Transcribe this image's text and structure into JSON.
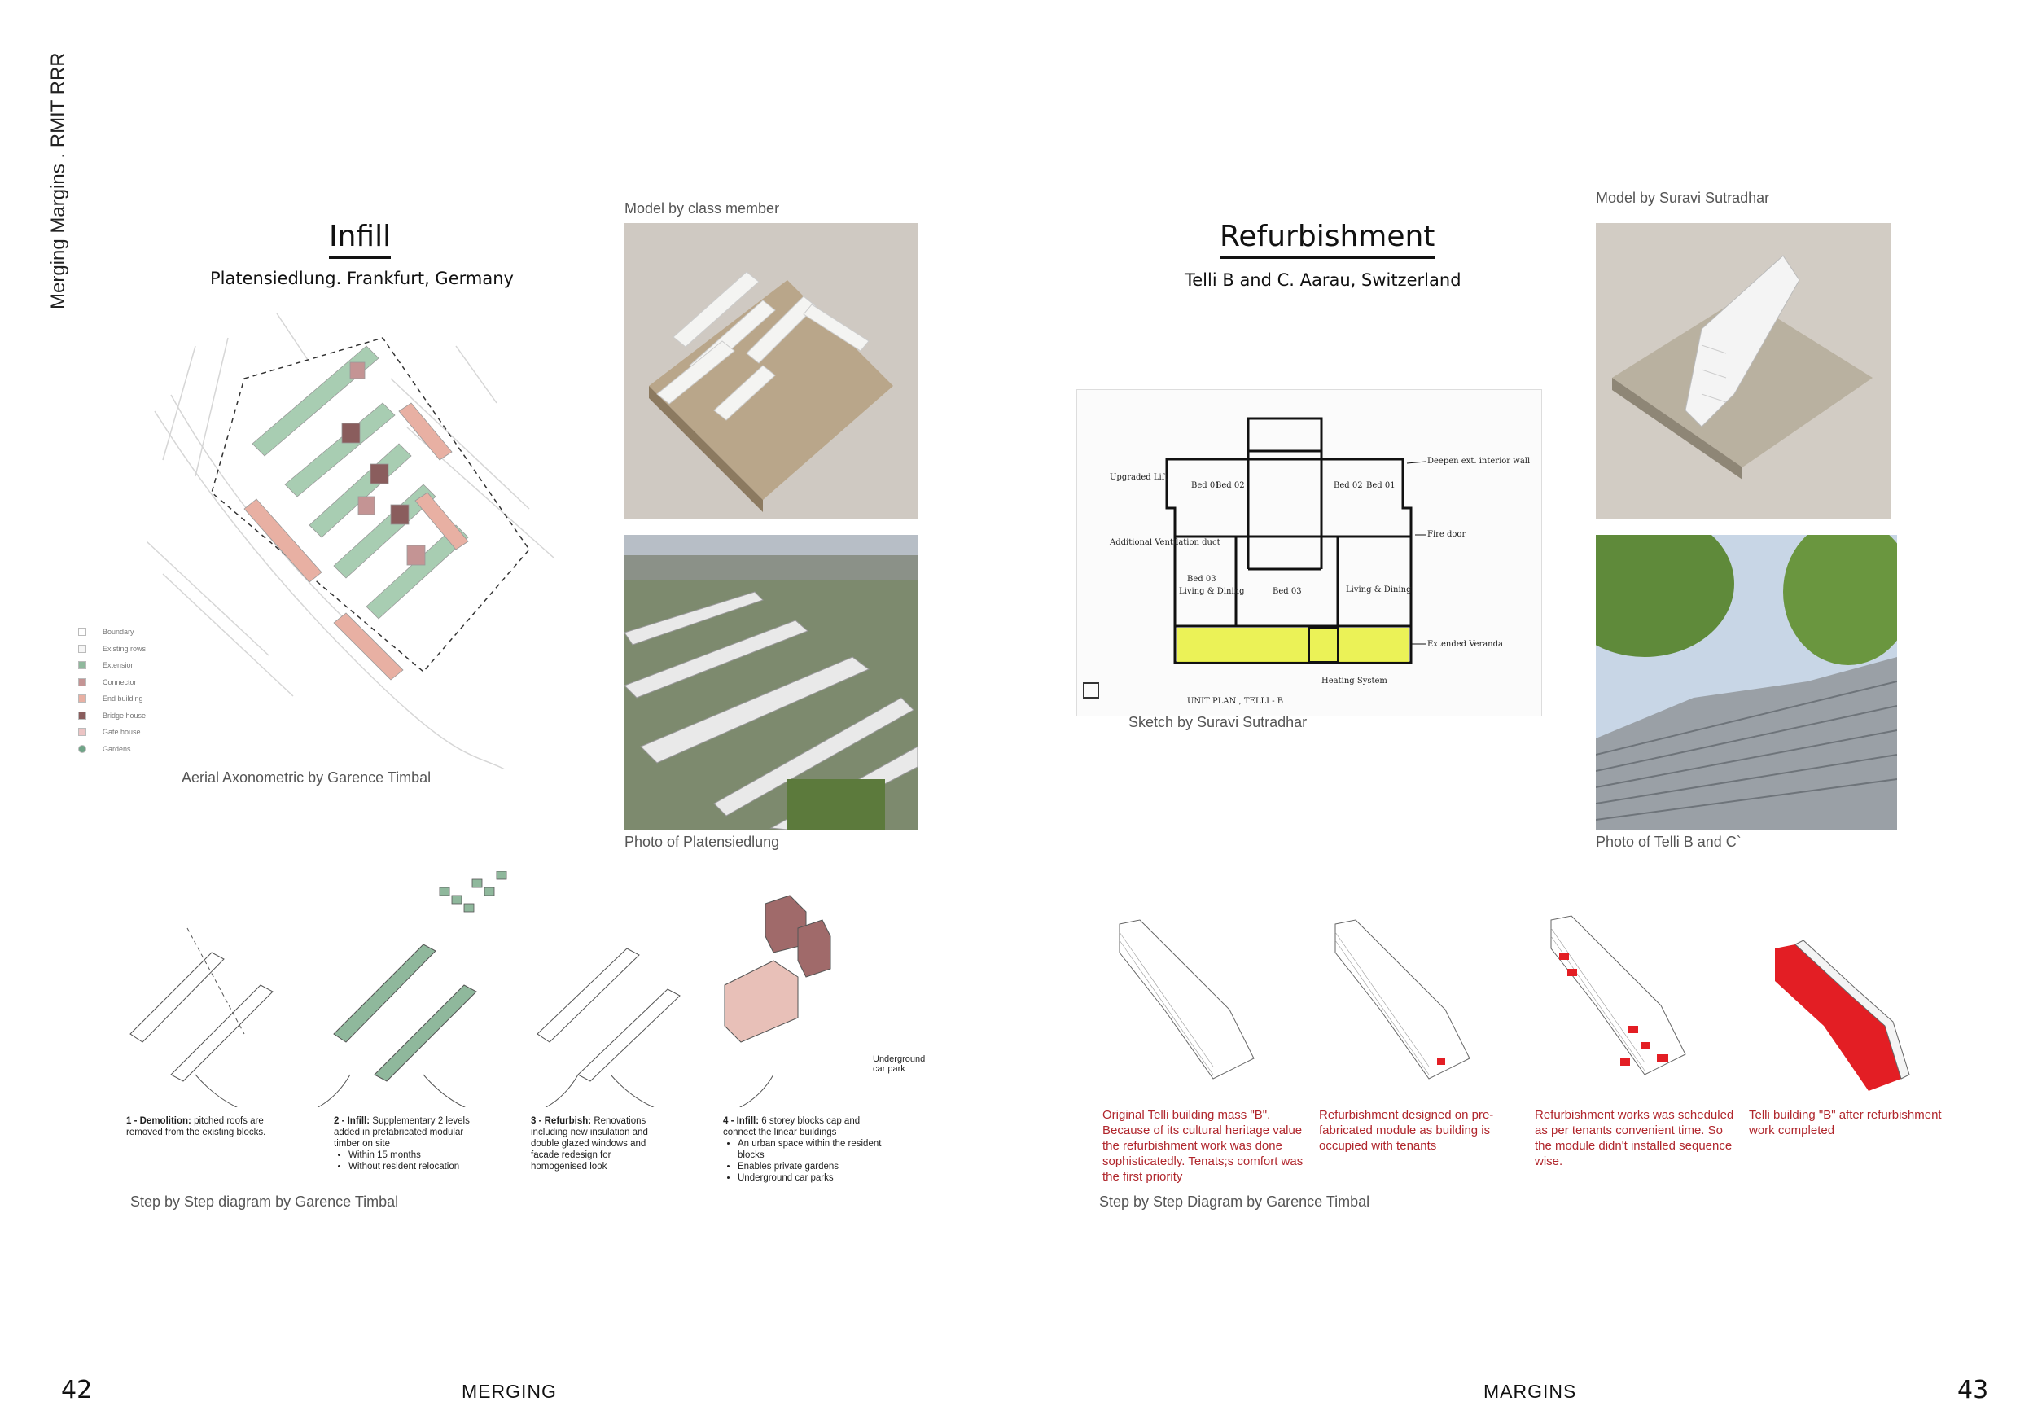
{
  "side_title": "Merging Margins . RMIT RRR",
  "left": {
    "title": "Infill",
    "subtitle": "Platensiedlung. Frankfurt, Germany",
    "axo_caption": "Aerial Axonometric by Garence Timbal",
    "model_caption": "Model by class member",
    "photo_caption": "Photo of Platensiedlung",
    "legend": [
      {
        "label": "Boundary",
        "color": "#ffffff"
      },
      {
        "label": "Existing rows",
        "color": "#f6f6f6"
      },
      {
        "label": "Extension",
        "color": "#8fb89c"
      },
      {
        "label": "Connector",
        "color": "#c49494"
      },
      {
        "label": "End building",
        "color": "#e8b0a3"
      },
      {
        "label": "Bridge house",
        "color": "#8a5d5d"
      },
      {
        "label": "Gate house",
        "color": "#ecc4c4"
      },
      {
        "label": "Gardens",
        "color": "#6fa487"
      }
    ],
    "steps": [
      {
        "bold": "1 - Demolition:",
        "text": " pitched roofs are removed from the existing blocks.",
        "bullets": []
      },
      {
        "bold": "2 - Infill:",
        "text": " Supplementary 2 levels added in prefabricated modular timber on site",
        "bullets": [
          "Within 15 months",
          "Without resident relocation"
        ]
      },
      {
        "bold": "3 - Refurbish:",
        "text": " Renovations including new insulation and double glazed windows and facade redesign for homogenised look",
        "bullets": []
      },
      {
        "bold": "4 - Infill:",
        "text": " 6 storey blocks cap and connect the linear buildings",
        "bullets": [
          "An urban space within the resident blocks",
          "Enables private gardens",
          "Underground car parks"
        ]
      }
    ],
    "car_park_label": "Underground car park",
    "steps_caption": "Step by Step diagram by Garence Timbal"
  },
  "right": {
    "title": "Refurbishment",
    "subtitle": "Telli B and C. Aarau, Switzerland",
    "sketch_caption": "Sketch by Suravi Sutradhar",
    "model_caption": "Model by Suravi Sutradhar",
    "photo_caption": "Photo of Telli B and C`",
    "sketch_labels": {
      "upgraded_lift": "Upgraded Lift",
      "additional_vent": "Additional Ventilation duct",
      "deepen": "Deepen ext. interior wall",
      "fire_door": "Fire door",
      "extended_veranda": "Extended Veranda",
      "heating": "Heating System",
      "unit_plan": "UNIT PLAN , TELLI - B",
      "rooms": [
        "Bed 01",
        "Bed 02",
        "Bed 02",
        "Bed 01",
        "Bed 03",
        "Living & Dining",
        "Living & Dining",
        "Bed 03"
      ]
    },
    "steps": [
      "Original Telli building mass \"B\". Because of its cultural heritage value the refurbishment work was done sophisticatedly. Tenats;s comfort was the first priority",
      "Refurbishment designed on pre-fabricated module as building is occupied with tenants",
      "Refurbishment works was scheduled as per tenants convenient time. So the module didn't installed sequence wise.",
      "Telli building \"B\" after refurbishment work completed"
    ],
    "steps_caption": "Step by Step Diagram by Garence Timbal"
  },
  "footer": {
    "left_page": "42",
    "left_word": "MERGING",
    "right_word": "MARGINS",
    "right_page": "43"
  },
  "colors": {
    "accent_red": "#b0262c",
    "green": "#8fb89c",
    "pink": "#c49494"
  }
}
